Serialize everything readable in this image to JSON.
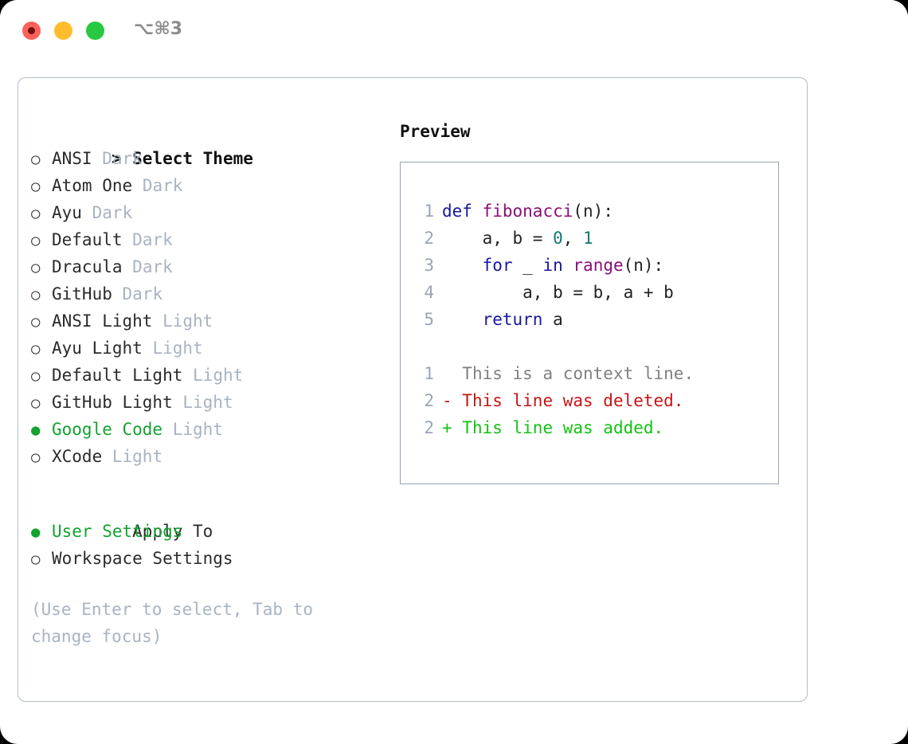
{
  "window": {
    "shortcut_badge": "⌥⌘3",
    "traffic_lights": [
      "close-red",
      "minimize-yellow",
      "maximize-green"
    ]
  },
  "colors": {
    "accent_green": "#12a330",
    "muted": "#a9b3c2",
    "panel_border": "#b3bcc9",
    "preview_border": "#98a4b5",
    "keyword": "#17179e",
    "function": "#8b0f76",
    "number": "#0e7a72",
    "diff_context": "#808080",
    "diff_deleted": "#c41515",
    "diff_added": "#12c212"
  },
  "theme_picker": {
    "prompt_marker": ">",
    "title": "Select Theme",
    "marker_unselected": "○",
    "marker_selected": "●",
    "items": [
      {
        "name": "ANSI",
        "variant": "Dark",
        "selected": false
      },
      {
        "name": "Atom One",
        "variant": "Dark",
        "selected": false
      },
      {
        "name": "Ayu",
        "variant": "Dark",
        "selected": false
      },
      {
        "name": "Default",
        "variant": "Dark",
        "selected": false
      },
      {
        "name": "Dracula",
        "variant": "Dark",
        "selected": false
      },
      {
        "name": "GitHub",
        "variant": "Dark",
        "selected": false
      },
      {
        "name": "ANSI Light",
        "variant": "Light",
        "selected": false
      },
      {
        "name": "Ayu Light",
        "variant": "Light",
        "selected": false
      },
      {
        "name": "Default Light",
        "variant": "Light",
        "selected": false
      },
      {
        "name": "GitHub Light",
        "variant": "Light",
        "selected": false
      },
      {
        "name": "Google Code",
        "variant": "Light",
        "selected": true
      },
      {
        "name": "XCode",
        "variant": "Light",
        "selected": false
      }
    ]
  },
  "apply_to": {
    "title": "Apply To",
    "items": [
      {
        "name": "User Settings",
        "selected": true
      },
      {
        "name": "Workspace Settings",
        "selected": false
      }
    ]
  },
  "hint": "(Use Enter to select, Tab to change focus)",
  "preview": {
    "title": "Preview",
    "code_lines": [
      {
        "no": "1",
        "tokens": [
          {
            "t": "def",
            "c": "kw"
          },
          {
            "t": " ",
            "c": "plain"
          },
          {
            "t": "fibonacci",
            "c": "fn"
          },
          {
            "t": "(n):",
            "c": "plain"
          }
        ]
      },
      {
        "no": "2",
        "tokens": [
          {
            "t": "    a, b = ",
            "c": "plain"
          },
          {
            "t": "0",
            "c": "num"
          },
          {
            "t": ", ",
            "c": "plain"
          },
          {
            "t": "1",
            "c": "num"
          }
        ]
      },
      {
        "no": "3",
        "tokens": [
          {
            "t": "    ",
            "c": "plain"
          },
          {
            "t": "for",
            "c": "kw"
          },
          {
            "t": " _ ",
            "c": "plain"
          },
          {
            "t": "in",
            "c": "kw"
          },
          {
            "t": " ",
            "c": "plain"
          },
          {
            "t": "range",
            "c": "fn"
          },
          {
            "t": "(n):",
            "c": "plain"
          }
        ]
      },
      {
        "no": "4",
        "tokens": [
          {
            "t": "        a, b = b, a + b",
            "c": "plain"
          }
        ]
      },
      {
        "no": "5",
        "tokens": [
          {
            "t": "    ",
            "c": "plain"
          },
          {
            "t": "return",
            "c": "kw"
          },
          {
            "t": " a",
            "c": "plain"
          }
        ]
      }
    ],
    "diff_lines": [
      {
        "no": "1",
        "sign": " ",
        "text": " This is a context line.",
        "kind": "diff-ctx"
      },
      {
        "no": "2",
        "sign": "-",
        "text": " This line was deleted.",
        "kind": "diff-del"
      },
      {
        "no": "2",
        "sign": "+",
        "text": " This line was added.",
        "kind": "diff-add"
      }
    ]
  }
}
